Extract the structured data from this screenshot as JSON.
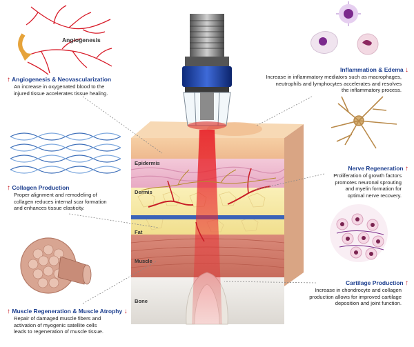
{
  "angiogenesis_label": "Angiogenesis",
  "sections": {
    "angiogenesis": {
      "title": "Angiogenesis & Neovascularization",
      "text": [
        "An increase in oxygenated blood to the",
        "injured tissue accelerates tissue healing."
      ]
    },
    "collagen": {
      "title": "Collagen Production",
      "text": [
        "Proper alignment and remodeling of",
        "collagen reduces internal scar formation",
        "and enhances tissue elasticity."
      ]
    },
    "muscle": {
      "title": "Muscle Regeneration & Muscle Atrophy",
      "text": [
        "Repair of damaged muscle fibers and",
        "activation of myogenic satellite cells",
        "leads to regeneration of muscle tissue."
      ]
    },
    "inflammation": {
      "title": "Inflammation & Edema",
      "text": [
        "Increase in inflammatory mediators such as macrophages,",
        "neutrophils and lymphocytes  accelerates and resolves",
        "the inflammatory process."
      ]
    },
    "nerve": {
      "title": "Nerve Regeneration",
      "text": [
        "Proliferation of growth factors",
        "promotes neuronal sprouting",
        "and myelin formation for",
        "optimal nerve recovery."
      ]
    },
    "cartilage": {
      "title": "Cartilage Production",
      "text": [
        "Increase in chondrocyte and collagen",
        "production allows for improved cartilage",
        "deposition and joint function."
      ]
    }
  },
  "layers": {
    "epidermis": "Epidermis",
    "dermis": "Dermis",
    "fat": "Fat",
    "muscle": "Muscle",
    "bone": "Bone"
  },
  "arrows": {
    "up": "↑",
    "down": "↓"
  },
  "colors": {
    "title": "#1d3f8f",
    "up_arrow": "#c4151c",
    "vessel": "#c81e26",
    "laser": "#e8282e"
  }
}
